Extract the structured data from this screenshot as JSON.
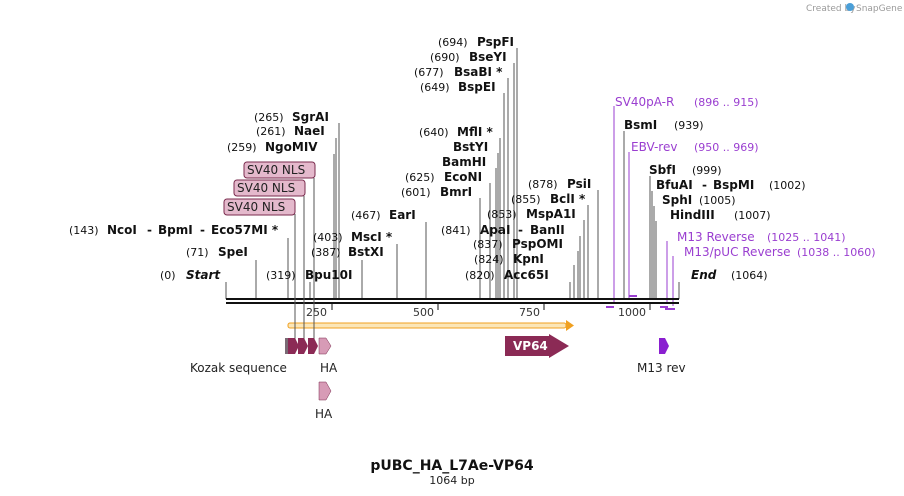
{
  "branding": {
    "created_by": "Created by",
    "product": "SnapGene"
  },
  "map": {
    "title": "pUBC_HA_L7Ae-VP64",
    "length": "1064 bp",
    "scale_labels": [
      "250",
      "500",
      "750",
      "1000"
    ]
  },
  "sites": {
    "start": {
      "pos": "(0)",
      "name": "Start"
    },
    "end": {
      "name": "End",
      "pos": "(1064)"
    },
    "speI": {
      "pos": "(71)",
      "name": "SpeI"
    },
    "ncoI_group": {
      "pos": "(143)",
      "name1": "NcoI",
      "sep1": "-",
      "name2": "BpmI",
      "sep2": "-",
      "name3": "Eco57MI *"
    },
    "ngoMIV": {
      "pos": "(259)",
      "name": "NgoMIV"
    },
    "naeI": {
      "pos": "(261)",
      "name": "NaeI"
    },
    "sgrAI": {
      "pos": "(265)",
      "name": "SgrAI"
    },
    "bpu10I": {
      "pos": "(319)",
      "name": "Bpu10I"
    },
    "bstXI": {
      "pos": "(387)",
      "name": "BstXI"
    },
    "mscI": {
      "pos": "(403)",
      "name": "MscI *"
    },
    "earI": {
      "pos": "(467)",
      "name": "EarI"
    },
    "bmrI": {
      "pos": "(601)",
      "name": "BmrI"
    },
    "ecoNI": {
      "pos": "(625)",
      "name": "EcoNI"
    },
    "bamHI": {
      "name": "BamHI"
    },
    "bstYI": {
      "name": "BstYI"
    },
    "mflI": {
      "pos": "(640)",
      "name": "MflI *"
    },
    "bspEI": {
      "pos": "(649)",
      "name": "BspEI"
    },
    "bsaBI": {
      "pos": "(677)",
      "name": "BsaBI *"
    },
    "bseYI": {
      "pos": "(690)",
      "name": "BseYI"
    },
    "pspFI": {
      "pos": "(694)",
      "name": "PspFI"
    },
    "acc65I": {
      "pos": "(820)",
      "name": "Acc65I"
    },
    "kpnI": {
      "pos": "(824)",
      "name": "KpnI"
    },
    "pspOMI": {
      "pos": "(837)",
      "name": "PspOMI"
    },
    "apaI_group": {
      "pos": "(841)",
      "name1": "ApaI",
      "sep": "-",
      "name2": "BanII"
    },
    "mspA1I": {
      "pos": "(853)",
      "name": "MspA1I"
    },
    "bclI": {
      "pos": "(855)",
      "name": "BclI *"
    },
    "psiI": {
      "pos": "(878)",
      "name": "PsiI"
    },
    "bsmI": {
      "name": "BsmI",
      "pos": "(939)"
    },
    "sbfI": {
      "name": "SbfI",
      "pos": "(999)"
    },
    "bfuAI_group": {
      "name1": "BfuAI",
      "sep": "-",
      "name2": "BspMI",
      "pos": "(1002)"
    },
    "sphI": {
      "name": "SphI",
      "pos": "(1005)"
    },
    "hindIII": {
      "name": "HindIII",
      "pos": "(1007)"
    }
  },
  "primers": {
    "sv40pA_R": {
      "name": "SV40pA-R",
      "range": "(896 .. 915)"
    },
    "ebv_rev": {
      "name": "EBV-rev",
      "range": "(950 .. 969)"
    },
    "m13_reverse": {
      "name": "M13 Reverse",
      "range": "(1025 .. 1041)"
    },
    "m13_puc_reverse": {
      "name": "M13/pUC Reverse",
      "range": "(1038 .. 1060)"
    }
  },
  "features": {
    "nls1": "SV40 NLS",
    "nls2": "SV40 NLS",
    "nls3": "SV40 NLS",
    "vp64": "VP64",
    "kozak": "Kozak sequence",
    "ha1": "HA",
    "ha2": "HA",
    "m13rev": "M13 rev"
  },
  "colors": {
    "vp64": "#8b2a55",
    "nls": "#e4b9cc",
    "ha": "#d79bb6",
    "orf": "#f0a020",
    "primer": "#9a3ed0"
  }
}
